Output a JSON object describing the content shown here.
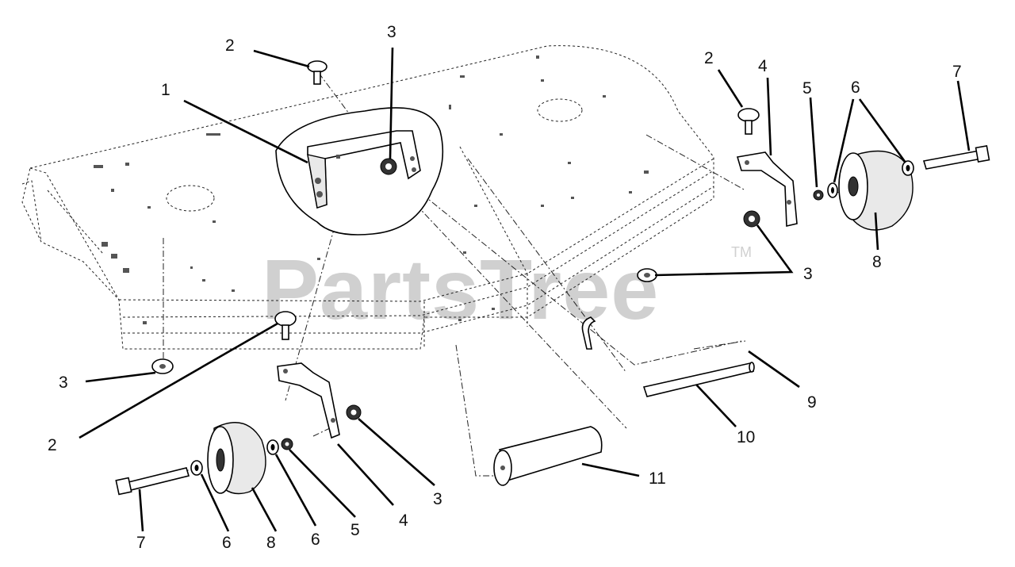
{
  "watermark": {
    "text": "PartsTree",
    "trademark": "TM"
  },
  "callouts": {
    "c1": "1",
    "c2_top": "2",
    "c3_top": "3",
    "c2_right": "2",
    "c4_right": "4",
    "c5_right": "5",
    "c6_right": "6",
    "c7_right": "7",
    "c8_right": "8",
    "c3_right": "3",
    "c9": "9",
    "c10": "10",
    "c11": "11",
    "c3_left": "3",
    "c2_left": "2",
    "c3_bottom": "3",
    "c4_bottom": "4",
    "c5_bottom": "5",
    "c6_bottom_a": "6",
    "c8_bottom": "8",
    "c6_bottom_b": "6",
    "c7_bottom": "7"
  },
  "colors": {
    "line": "#000000",
    "watermark": "#d0d0d0",
    "background": "#ffffff"
  }
}
